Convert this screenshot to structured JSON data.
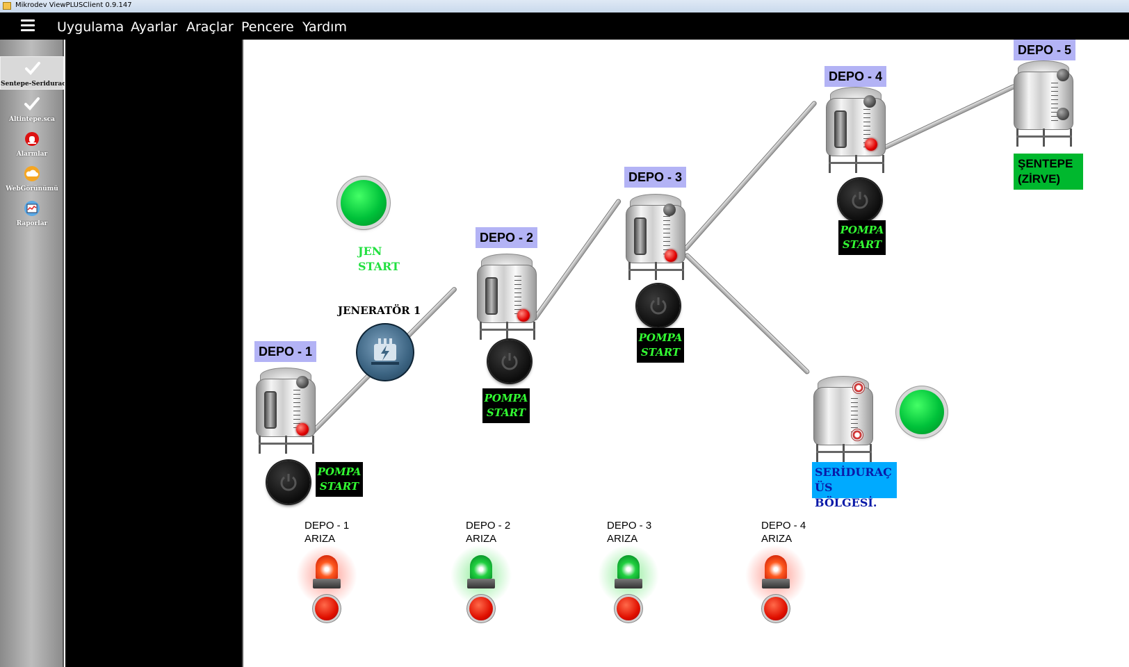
{
  "window": {
    "title": "Mikrodev ViewPLUSClient 0.9.147"
  },
  "menu": [
    "Uygulama",
    "Ayarlar",
    "Araçlar",
    "Pencere",
    "Yardım"
  ],
  "sidebar": {
    "items": [
      {
        "label": "Sentepe-Seridurac",
        "icon": "check-icon",
        "active": true
      },
      {
        "label": "Altintepe.sca",
        "icon": "check-icon"
      },
      {
        "label": "Alarmlar",
        "icon": "alarm-siren-icon"
      },
      {
        "label": "WebGörünümü",
        "icon": "cloud-icon"
      },
      {
        "label": "Raporlar",
        "icon": "report-chart-icon"
      }
    ]
  },
  "scada": {
    "jen_start": [
      "JEN",
      "START"
    ],
    "generator_title": "JENERATÖR 1",
    "depots": [
      {
        "label": "DEPO - 1"
      },
      {
        "label": "DEPO - 2"
      },
      {
        "label": "DEPO -  3"
      },
      {
        "label": "DEPO -  4"
      },
      {
        "label": "DEPO -  5"
      }
    ],
    "pompa": [
      "POMPA",
      "START"
    ],
    "sentepe": [
      "ŞENTEPE",
      "(ZİRVE)"
    ],
    "seriduracbox": [
      "SERİDURAÇ",
      "ÜS BÖLGESİ."
    ],
    "alarms": [
      {
        "title": "DEPO - 1",
        "state": "ARIZA",
        "color": "red"
      },
      {
        "title": "DEPO - 2",
        "state": "ARIZA",
        "color": "green"
      },
      {
        "title": "DEPO - 3",
        "state": "ARIZA",
        "color": "green"
      },
      {
        "title": "DEPO - 4",
        "state": "ARIZA",
        "color": "red"
      }
    ]
  },
  "colors": {
    "menu_bg": "#000000",
    "label_bg": "#b3b3f5",
    "pompa_text": "#33ff33",
    "sentepe_bg": "#00b82e",
    "seridurac_bg": "#00aaff"
  }
}
